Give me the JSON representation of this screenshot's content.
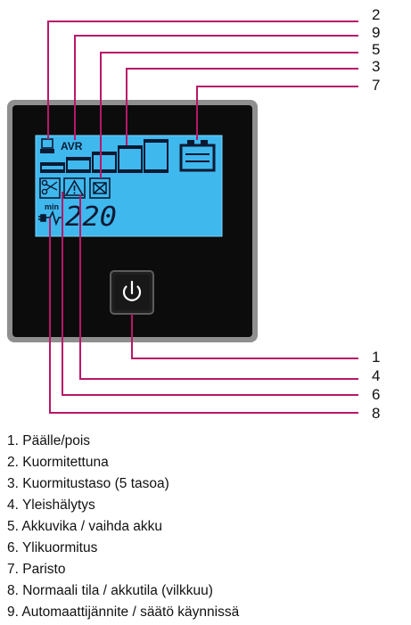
{
  "lcd": {
    "avr_label": "AVR",
    "min_label": "min",
    "voltage_display": "220"
  },
  "callouts": [
    "2",
    "9",
    "5",
    "3",
    "7",
    "1",
    "4",
    "6",
    "8"
  ],
  "legend": [
    "1. Päälle/pois",
    "2. Kuormitettuna",
    "3. Kuormitustaso (5 tasoa)",
    "4. Yleishälytys",
    "5. Akkuvika / vaihda akku",
    "6. Ylikuormitus",
    "7. Paristo",
    "8. Normaali tila / akkutila (vilkkuu)",
    "9. Automaattijännite / säätö käynnissä"
  ],
  "colors": {
    "callout_line": "#b8176a",
    "lcd_background": "#3fb8ee",
    "panel": "#0c0c0c",
    "bezel": "#8f8f8f"
  }
}
